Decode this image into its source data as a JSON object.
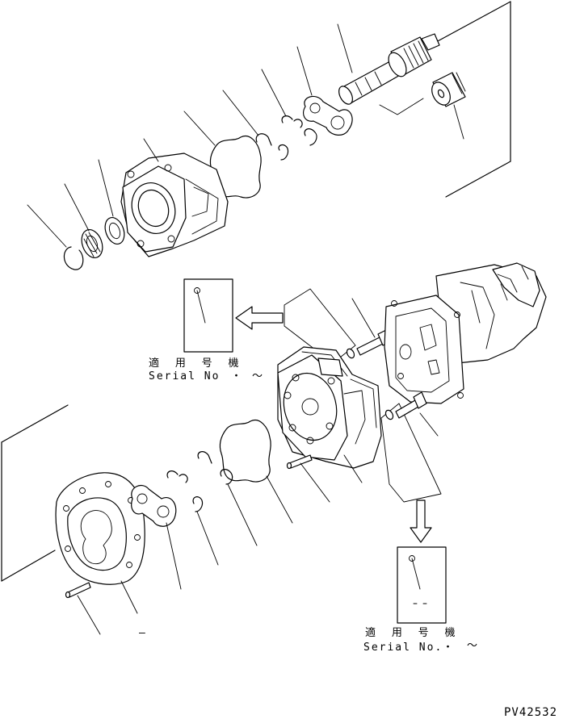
{
  "applicability_block_top": {
    "label_jp": "適 用 号 機",
    "label_serial": "Serial No",
    "range_separator": "・",
    "range_tilde": "～"
  },
  "applicability_block_bottom": {
    "label_jp": "適 用 号 機",
    "label_serial": "Serial No.",
    "range_separator": "・",
    "range_tilde": "～"
  },
  "bottom_note_dash": "–",
  "drawing_number": "PV42532",
  "colors": {
    "line": "#000000",
    "paper": "#ffffff"
  }
}
